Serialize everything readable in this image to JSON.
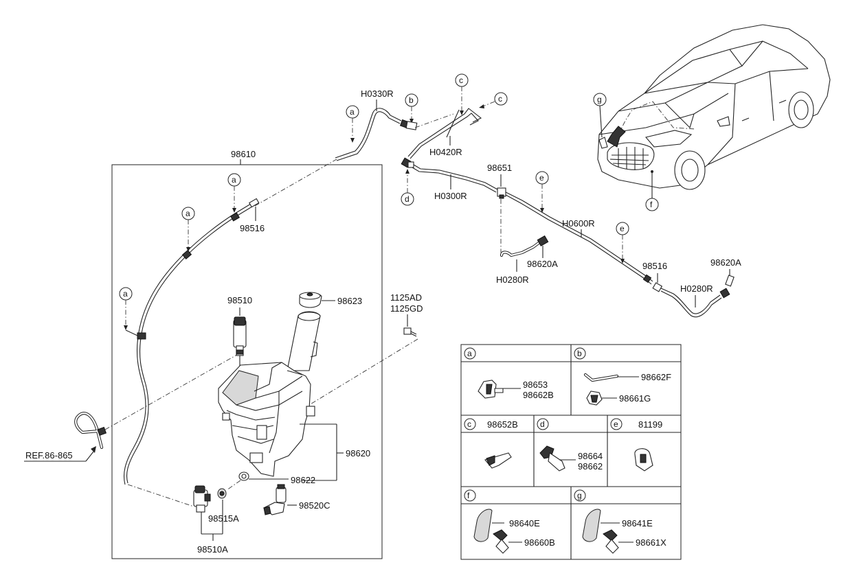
{
  "labels": {
    "p98610": "98610",
    "h0330r": "H0330R",
    "h0420r": "H0420R",
    "h0300r": "H0300R",
    "p98651": "98651",
    "h0600r": "H0600R",
    "h0280r_a": "H0280R",
    "p98620a_a": "98620A",
    "p98516_b": "98516",
    "h0280r_b": "H0280R",
    "p98620a_b": "98620A",
    "p98516_a": "98516",
    "p98510": "98510",
    "p98623": "98623",
    "p1125ad": "1125AD",
    "p1125gd": "1125GD",
    "p98620": "98620",
    "p98622": "98622",
    "p98520c": "98520C",
    "p98515a": "98515A",
    "p98510a": "98510A",
    "ref": "REF.86-865"
  },
  "callouts": {
    "a": "a",
    "b": "b",
    "c": "c",
    "d": "d",
    "e": "e",
    "f": "f",
    "g": "g"
  },
  "legend": {
    "a": {
      "letter": "a",
      "parts": [
        "98653",
        "98662B"
      ]
    },
    "b": {
      "letter": "b",
      "parts": [
        "98662F",
        "98661G"
      ]
    },
    "c": {
      "letter": "c",
      "part": "98652B"
    },
    "d": {
      "letter": "d",
      "parts": [
        "98664",
        "98662"
      ]
    },
    "e": {
      "letter": "e",
      "part": "81199"
    },
    "f": {
      "letter": "f",
      "parts": [
        "98640E",
        "98660B"
      ]
    },
    "g": {
      "letter": "g",
      "parts": [
        "98641E",
        "98661X"
      ]
    }
  }
}
